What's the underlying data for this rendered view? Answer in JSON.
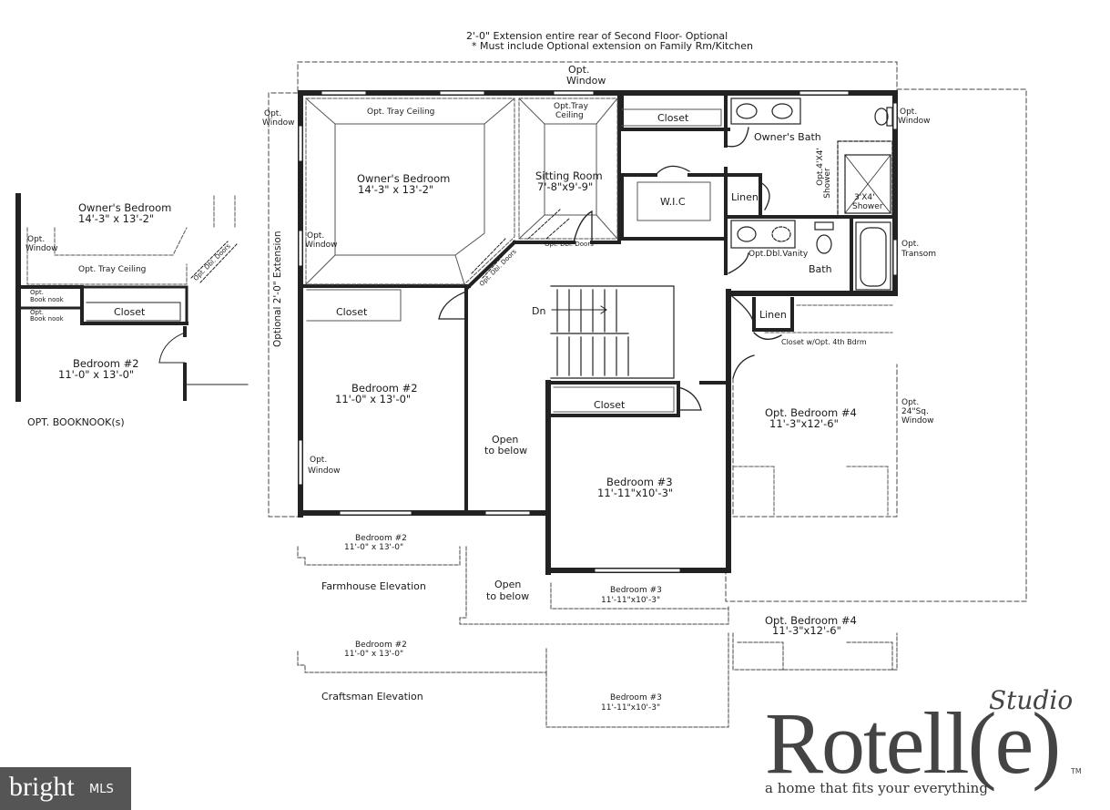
{
  "header": {
    "line1": "2'-0\" Extension entire rear of Second Floor- Optional",
    "line2": "* Must include Optional extension on Family Rm/Kitchen"
  },
  "rooms": {
    "owners_bedroom": "Owner's Bedroom",
    "owners_bedroom_size": "14'-3\" x 13'-2\"",
    "opt_tray_ceiling": "Opt. Tray Ceiling",
    "opt_tray": "Opt.Tray",
    "ceiling": "Ceiling",
    "sitting_room": "Sitting Room",
    "sitting_room_size": "7'-8\"x9'-9\"",
    "closet": "Closet",
    "owners_bath": "Owner's Bath",
    "opt_shower": "Opt.4'X4'",
    "shower_word": "Shower",
    "shower_3x4": "3'X4'",
    "shower": "Shower",
    "wic": "W.I.C",
    "linen": "Linen",
    "opt_dbl_vanity": "Opt.Dbl.Vanity",
    "bath": "Bath",
    "opt_dbl_doors": "Opt. Dbl. Doors",
    "dn": "Dn",
    "bedroom2": "Bedroom #2",
    "bedroom2_size": "11'-0\" x 13'-0\"",
    "open": "Open",
    "to_below": "to below",
    "bedroom3": "Bedroom #3",
    "bedroom3_size": "11'-11\"x10'-3\"",
    "closet_opt4": "Closet w/Opt. 4th Bdrm",
    "opt_bedroom4": "Opt. Bedroom #4",
    "bedroom4_size": "11'-3\"x12'-6\"",
    "opt": "Opt.",
    "window": "Window",
    "transom": "Transom",
    "sq_window": "24\"Sq.",
    "optional_extension": "Optional 2'-0\" Extension"
  },
  "inset": {
    "owners_bedroom": "Owner's Bedroom",
    "owners_bedroom_size": "14'-3\" x 13'-2\"",
    "opt": "Opt.",
    "window": "Window",
    "opt_tray_ceiling": "Opt. Tray Ceiling",
    "book_nook": "Book nook",
    "closet": "Closet",
    "bedroom2": "Bedroom #2",
    "bedroom2_size": "11'-0\" x 13'-0\"",
    "opt_dbl_doors": "Opt. Dbl. Doors",
    "caption": "OPT. BOOKNOOK(s)"
  },
  "elevations": {
    "farmhouse": "Farmhouse Elevation",
    "craftsman": "Craftsman Elevation",
    "bedroom2": "Bedroom #2",
    "bedroom2_size": "11'-0\" x 13'-0\"",
    "bedroom3": "Bedroom #3",
    "bedroom3_size": "11'-11\"x10'-3\"",
    "open": "Open",
    "to_below": "to below",
    "opt_bedroom4": "Opt. Bedroom #4",
    "bedroom4_size": "11'-3\"x12'-6\""
  },
  "logo": {
    "studio": "Studio",
    "brand": "Rotell(e)",
    "tm": "TM",
    "tagline": "a home that fits your everything"
  },
  "badge": {
    "bright": "bright",
    "mls": "MLS"
  }
}
